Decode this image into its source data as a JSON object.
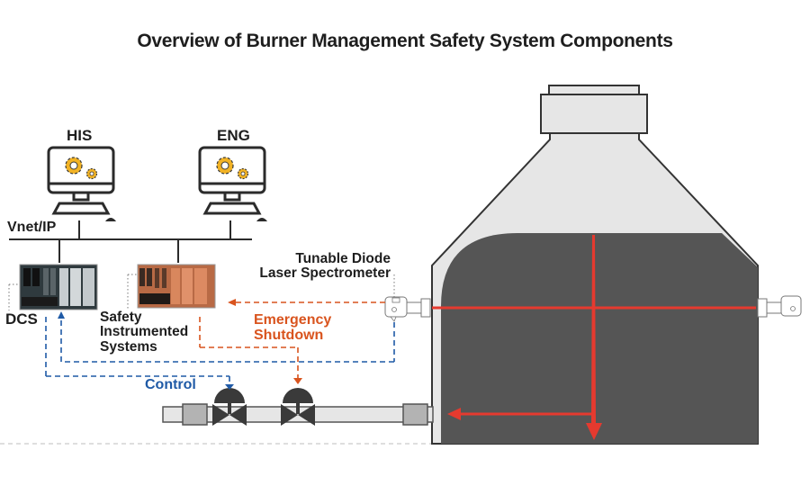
{
  "title": "Overview of Burner Management Safety System Components",
  "workstations": [
    {
      "label": "HIS",
      "icon": "gears-icon"
    },
    {
      "label": "ENG",
      "icon": "gears-icon"
    }
  ],
  "network": {
    "label": "Vnet/IP"
  },
  "controllers": {
    "dcs": {
      "label": "DCS"
    },
    "sis": {
      "lines": [
        "Safety",
        "Instrumented",
        "Systems"
      ]
    }
  },
  "analyzer": {
    "lines": [
      "Tunable Diode",
      "Laser Spectrometer"
    ]
  },
  "signals": {
    "emergency": {
      "lines": [
        "Emergency",
        "Shutdown"
      ],
      "color": "#d9541e"
    },
    "control": {
      "label": "Control",
      "color": "#1f5aa6"
    }
  },
  "colors": {
    "furnace_dark": "#555555",
    "furnace_light": "#e6e6e6",
    "laser": "#e53a2f",
    "gear": "#f2b325",
    "ink": "#2b2b2b"
  }
}
